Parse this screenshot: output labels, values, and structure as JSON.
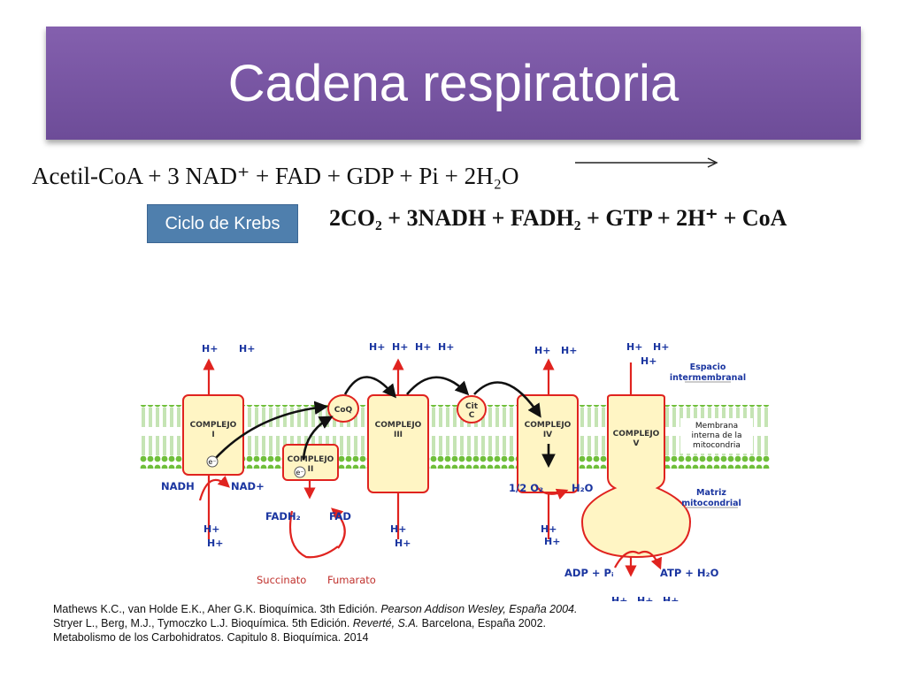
{
  "slide": {
    "title": "Cadena respiratoria"
  },
  "equation": {
    "reactants": "Acetil-CoA  +  3 NAD⁺  +  FAD  +  GDP  + Pi  +  2H₂O",
    "products": "2CO₂  +  3NADH  +  FADH₂  +  GTP  +  2H⁺  +  CoA",
    "label": "Ciclo de Krebs"
  },
  "diagram": {
    "hplus": "H+",
    "complexes": {
      "c1_line1": "COMPLEJO",
      "c1_line2": "I",
      "c2_line1": "COMPLEJO",
      "c2_line2": "II",
      "c3_line1": "COMPLEJO",
      "c3_line2": "III",
      "c4_line1": "COMPLEJO",
      "c4_line2": "IV",
      "c5_line1": "COMPLEJO",
      "c5_line2": "V",
      "coq": "CoQ",
      "cytc_line1": "Cit",
      "cytc_line2": "C",
      "electron": "e⁻"
    },
    "labels": {
      "nadh": "NADH",
      "nad": "NAD+",
      "fadh2": "FADH₂",
      "fad": "FAD",
      "succinato": "Succinato",
      "fumarato": "Fumarato",
      "o2": "1/2 O₂",
      "h2o": "H₂O",
      "adp": "ADP + Pᵢ",
      "atp": "ATP  + H₂O",
      "espacio_1": "Espacio",
      "espacio_2": "intermembranal",
      "membrana_1": "Membrana",
      "membrana_2": "interna de la",
      "membrana_3": "mitocondria",
      "matriz_1": "Matriz",
      "matriz_2": "mitocondrial"
    },
    "colors": {
      "red": "#e0231f",
      "complex_fill": "#fff5c4",
      "membrane_green": "#6fbf3a",
      "label_blue": "#1a35a0"
    }
  },
  "references": {
    "ref1_plain": "Mathews K.C., van Holde E.K., Aher G.K. Bioquímica. 3th Edición. ",
    "ref1_italic": "Pearson Addison Wesley, España 2004.",
    "ref2_plain": "Stryer L., Berg, M.J., Tymoczko L.J. Bioquímica. 5th Edición. ",
    "ref2_italic": "Reverté, S.A.",
    "ref2_tail": " Barcelona, España 2002.",
    "ref3": "Metabolismo de los Carbohidratos. Capitulo 8. Bioquímica. 2014"
  }
}
